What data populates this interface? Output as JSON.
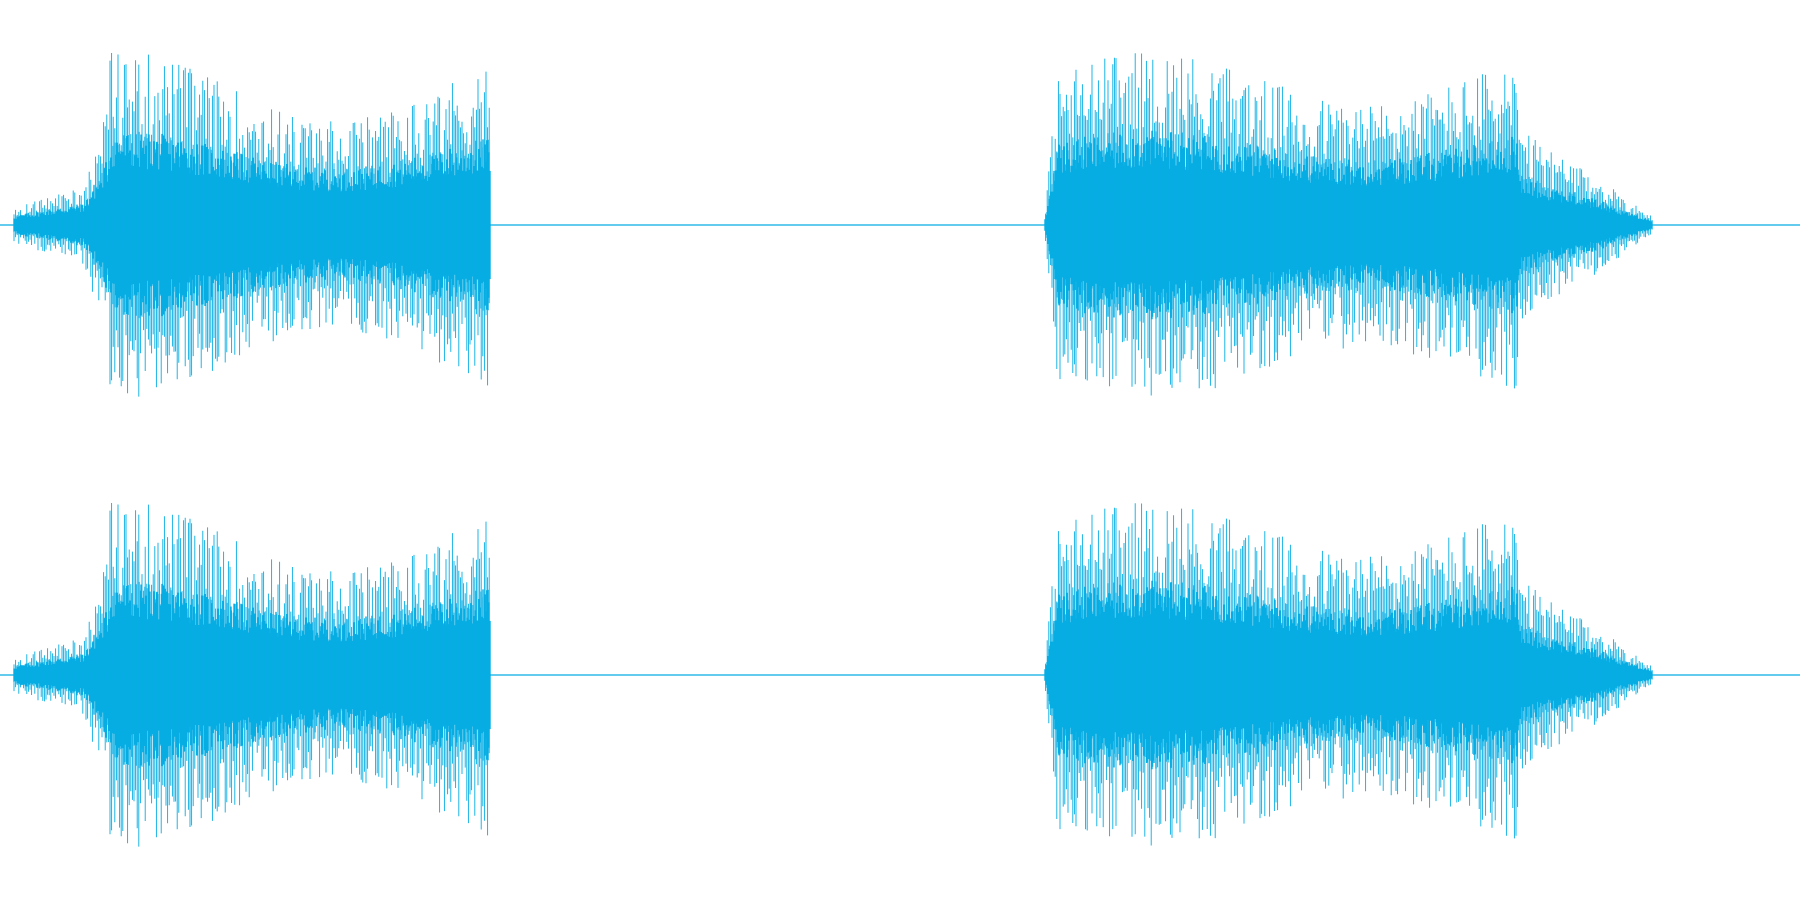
{
  "waveform": {
    "color": "#06ade3",
    "background": "#ffffff",
    "channels": [
      {
        "name": "channel-1",
        "segments": [
          {
            "start": 0.0,
            "end": 0.272,
            "kind": "burst"
          },
          {
            "start": 0.572,
            "end": 0.918,
            "kind": "burst"
          }
        ]
      },
      {
        "name": "channel-2",
        "segments": [
          {
            "start": 0.0,
            "end": 0.272,
            "kind": "burst"
          },
          {
            "start": 0.572,
            "end": 0.918,
            "kind": "burst"
          }
        ]
      }
    ],
    "peak_amplitude": 1.0,
    "baseline_amplitude": 0.0
  }
}
